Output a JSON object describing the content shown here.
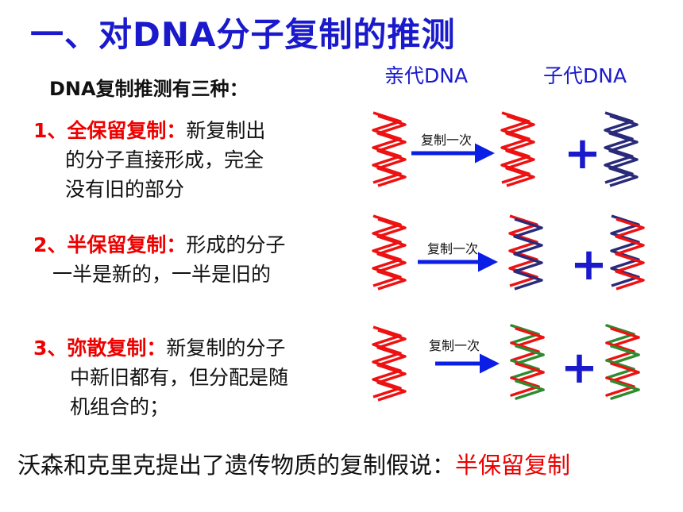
{
  "title": "一、对DNA分子复制的推测",
  "intro": "DNA复制推测有三种：",
  "columns": {
    "parent": "亲代DNA",
    "child": "子代DNA"
  },
  "items": [
    {
      "number": "1、",
      "name": "全保留复制：",
      "line1": "新复制出",
      "line2": "的分子直接形成，完全",
      "line3": "没有旧的部分"
    },
    {
      "number": "2、",
      "name": "半保留复制：",
      "line1": "形成的分子",
      "line2": "一半是新的，一半是旧的",
      "line3": ""
    },
    {
      "number": "3、",
      "name": "弥散复制：",
      "line1": "新复制的分子",
      "line2": "中新旧都有，但分配是随",
      "line3": "机组合的；"
    }
  ],
  "replicate_label": "复制一次",
  "plus": "+",
  "conclusion": {
    "text": "沃森和克里克提出了遗传物质的复制假说：",
    "answer": "半保留复制"
  },
  "colors": {
    "title": "#1a1acc",
    "old_strand": "#ee1111",
    "new_strand": "#2a2a7a",
    "mixed_strand": "#2e8b2e",
    "arrow": "#0a1ee6"
  }
}
